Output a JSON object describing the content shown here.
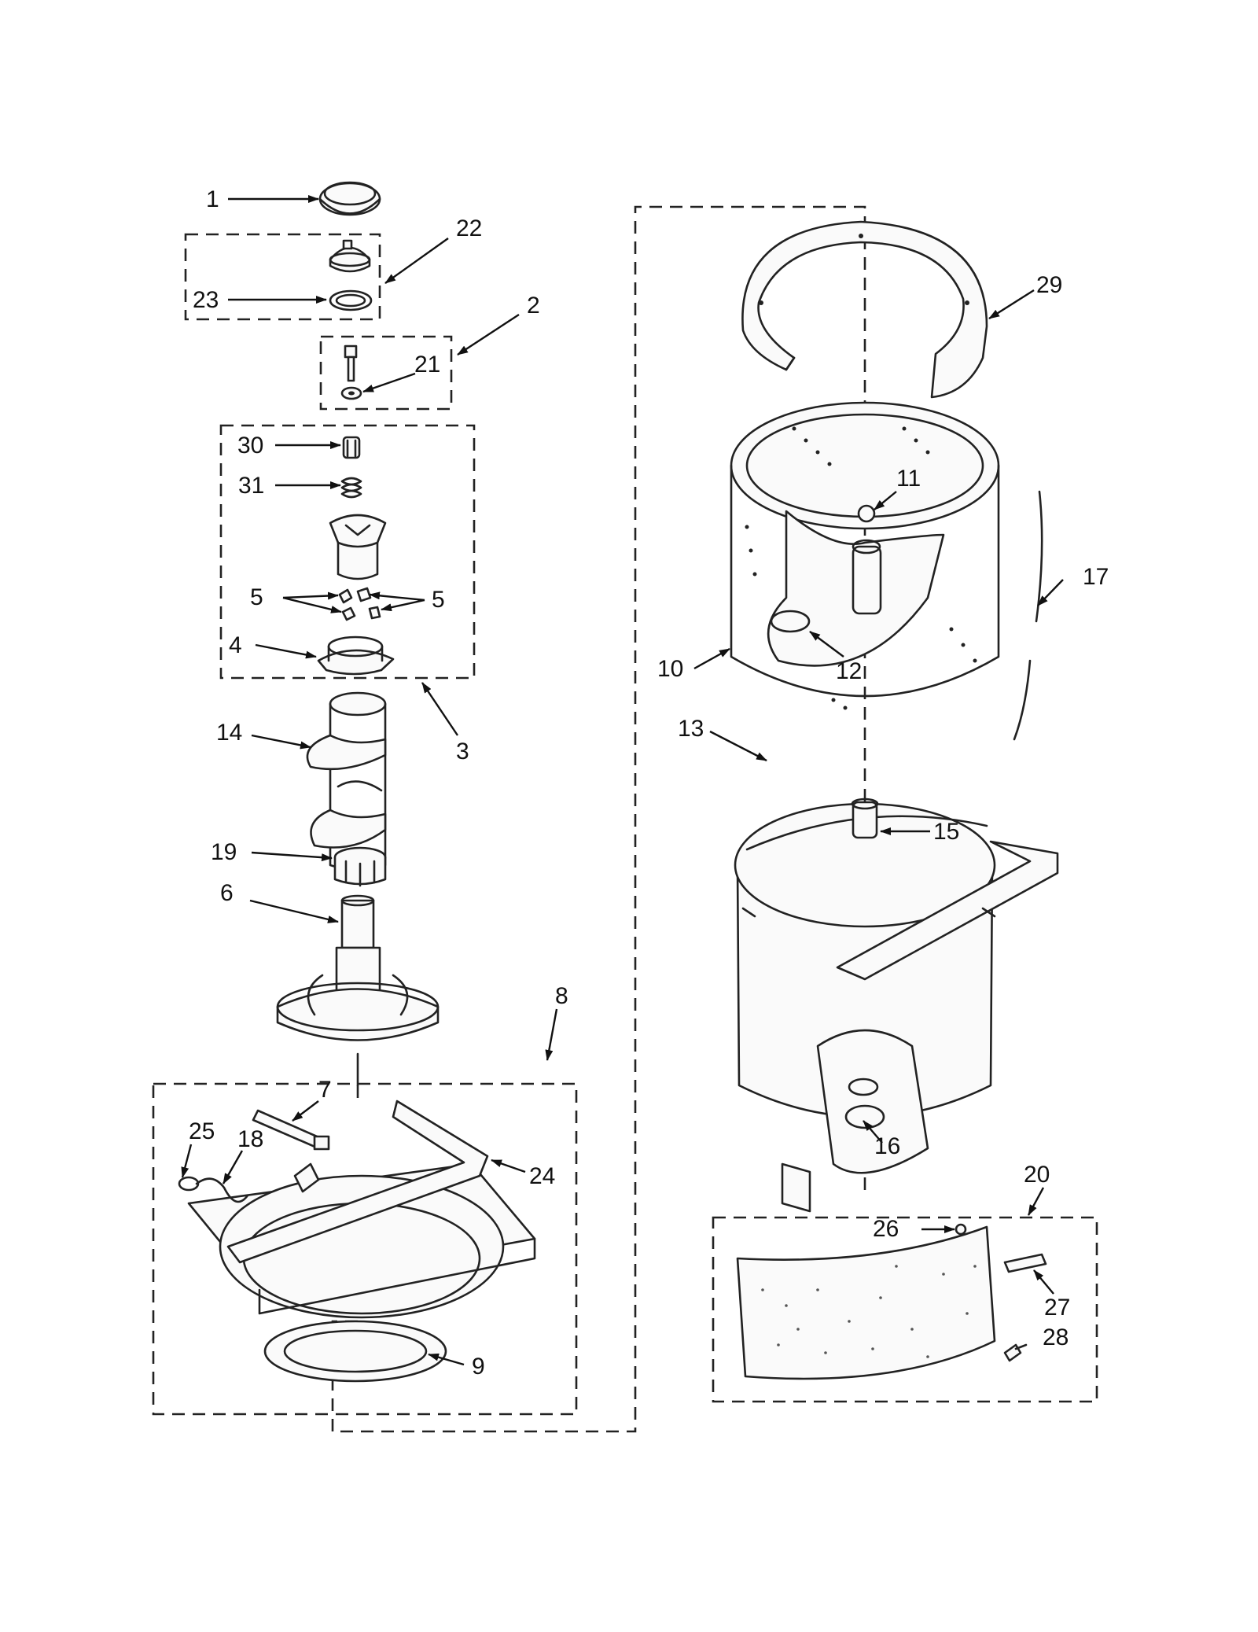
{
  "diagram": {
    "type": "exploded parts diagram",
    "callouts": [
      "1",
      "2",
      "3",
      "4",
      "5",
      "5",
      "6",
      "7",
      "8",
      "9",
      "10",
      "11",
      "12",
      "13",
      "14",
      "15",
      "16",
      "17",
      "18",
      "19",
      "20",
      "21",
      "22",
      "23",
      "24",
      "25",
      "26",
      "27",
      "28",
      "29",
      "30",
      "31"
    ]
  },
  "icons": [
    "agitator-cap-icon",
    "agitator-icon",
    "tub-ring-icon",
    "basket-icon",
    "outer-tub-icon",
    "base-frame-icon",
    "hose-icon",
    "insulation-panel-icon"
  ]
}
